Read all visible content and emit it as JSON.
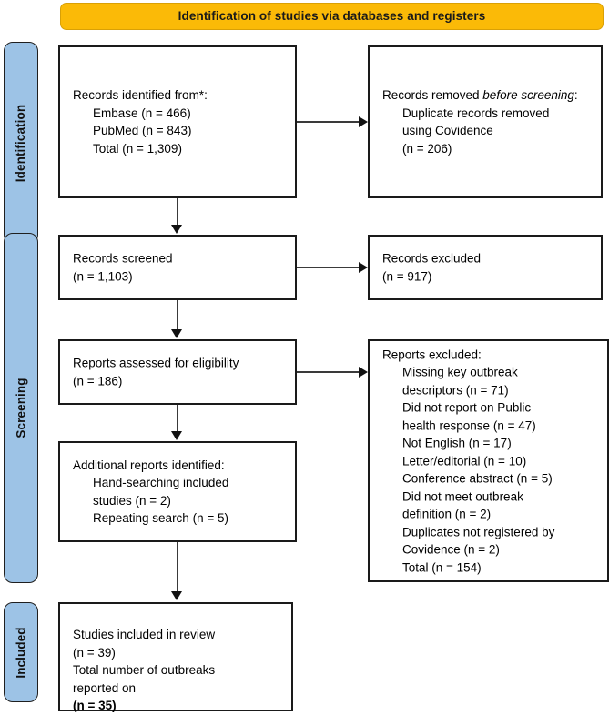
{
  "diagram": {
    "title": "Identification of studies via databases and registers",
    "type": "prisma-flow-diagram",
    "colors": {
      "banner": "#FBBA07",
      "stage_bar": "#9DC3E6",
      "box_border": "#1a1a1a",
      "connector": "#3a3a3a",
      "text": "#000000"
    }
  },
  "stages": [
    {
      "id": "identification",
      "label": "Identification"
    },
    {
      "id": "screening",
      "label": "Screening"
    },
    {
      "id": "included",
      "label": "Included"
    }
  ],
  "boxes": {
    "identified": {
      "heading": "Records identified from*:",
      "lines": [
        "Embase (n = 466)",
        "PubMed (n = 843)",
        "Total (n = 1,309)"
      ]
    },
    "removed": {
      "heading_part1": "Records removed ",
      "heading_italic": "before screening",
      "heading_part2": ":",
      "lines": [
        "Duplicate records removed",
        "using Covidence",
        "(n = 206)"
      ]
    },
    "screened": {
      "lines": [
        "Records screened",
        "(n = 1,103)"
      ]
    },
    "records_excluded": {
      "lines": [
        "Records excluded",
        "(n = 917)"
      ]
    },
    "eligibility": {
      "lines": [
        "Reports assessed for eligibility",
        "(n = 186)"
      ]
    },
    "reports_excluded": {
      "heading": "Reports excluded:",
      "lines": [
        "Missing key outbreak",
        "descriptors (n = 71)",
        "Did not report on Public",
        "health response (n = 47)",
        "Not English (n = 17)",
        "Letter/editorial (n = 10)",
        "Conference abstract (n = 5)",
        "Did not meet outbreak",
        "definition (n = 2)",
        "Duplicates not registered by",
        "Covidence (n = 2)",
        "Total (n = 154)"
      ]
    },
    "additional": {
      "heading": "Additional reports identified:",
      "lines": [
        "Hand-searching included",
        "studies (n = 2)",
        "Repeating search (n = 5)"
      ]
    },
    "included": {
      "lines": [
        "Studies included in review",
        "(n = 39)",
        "Total number of outbreaks",
        "reported on"
      ],
      "bold_line": "(n = 35)"
    }
  },
  "counts": {
    "embase": 466,
    "pubmed": 843,
    "total_identified": 1309,
    "duplicates_removed": 206,
    "records_screened": 1103,
    "records_excluded": 917,
    "reports_assessed": 186,
    "excluded_missing_descriptors": 71,
    "excluded_no_public_health_response": 47,
    "excluded_not_english": 17,
    "excluded_letter_editorial": 10,
    "excluded_conference_abstract": 5,
    "excluded_no_outbreak_definition": 2,
    "excluded_duplicates_unregistered": 2,
    "excluded_total": 154,
    "additional_hand_searching": 2,
    "additional_repeat_search": 5,
    "studies_included": 39,
    "outbreaks_reported": 35
  }
}
